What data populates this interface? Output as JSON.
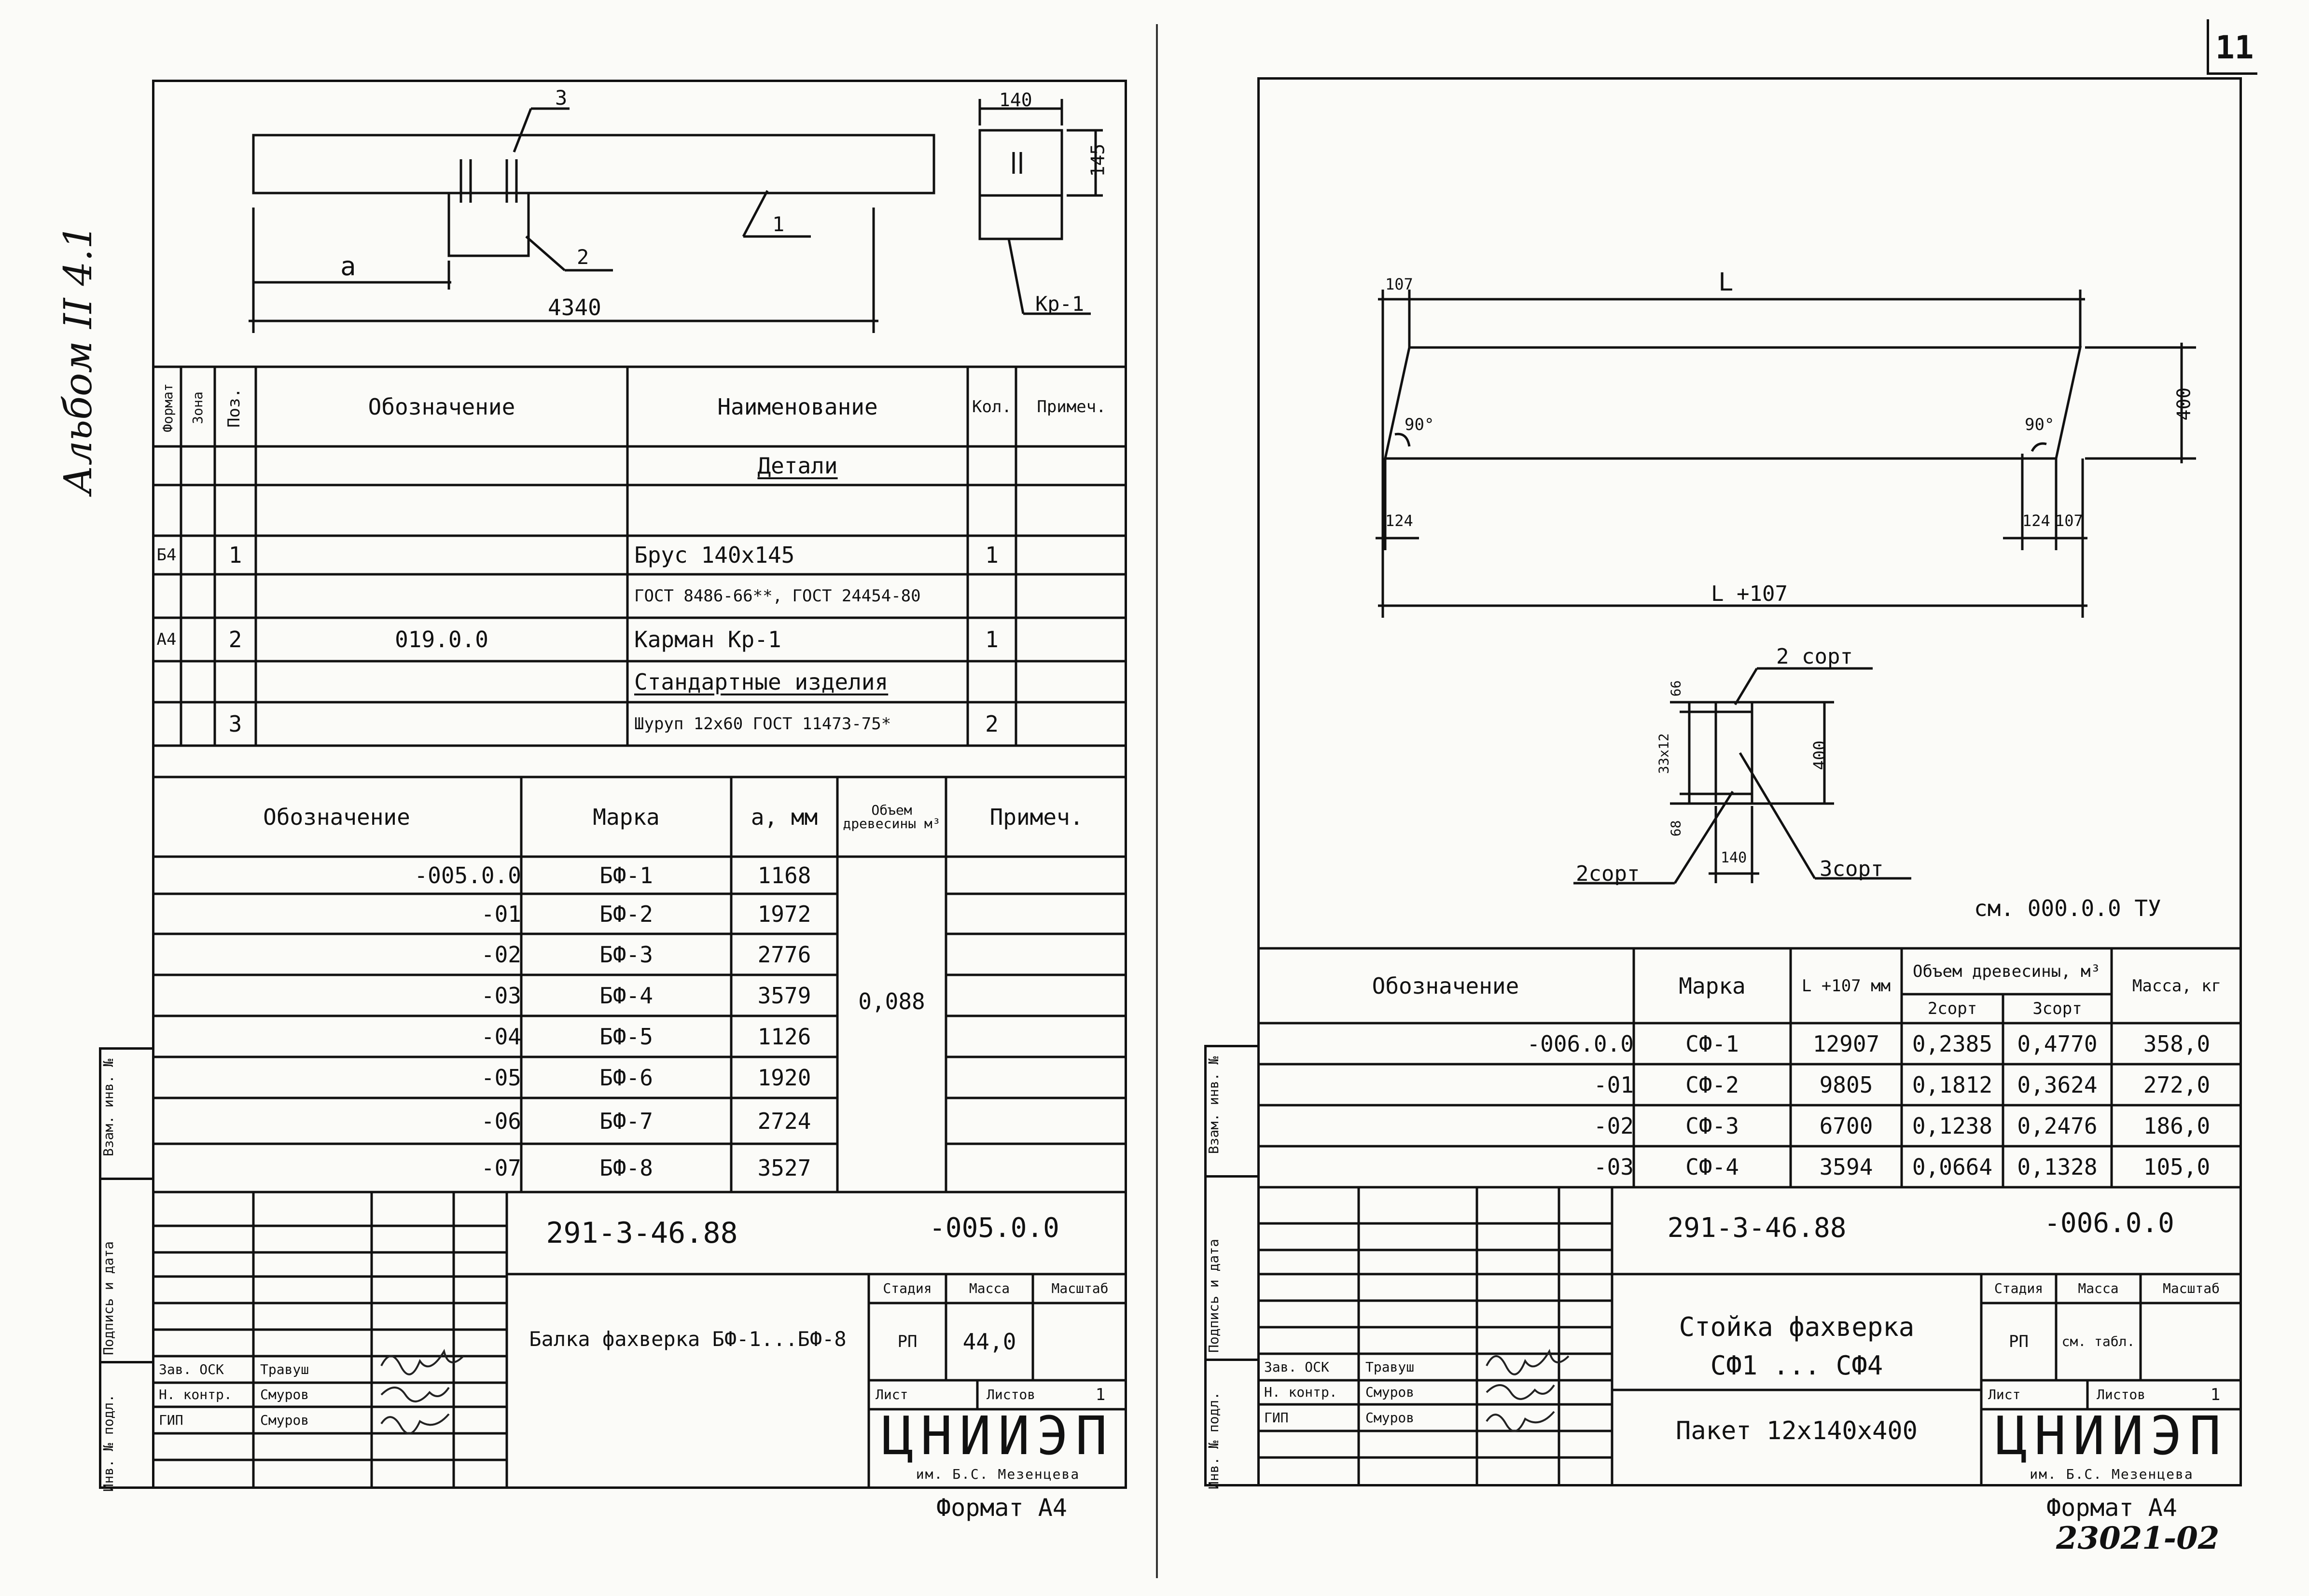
{
  "page_number": "11",
  "album_label": "Альбом II  4.1",
  "stamp_number": "23021-02",
  "left": {
    "drawing": {
      "callouts": [
        "1",
        "2",
        "3"
      ],
      "dim_a": "a",
      "dim_length": "4340",
      "dim_width": "140",
      "dim_height": "145",
      "section_label": "Кр-1"
    },
    "spec_headers": [
      "Формат",
      "Зона",
      "Поз.",
      "Обозначение",
      "Наименование",
      "Кол.",
      "Примеч."
    ],
    "spec_rows": [
      {
        "format": "",
        "zone": "",
        "pos": "",
        "designation": "",
        "name": "Детали",
        "qty": "",
        "note": ""
      },
      {
        "format": "Б4",
        "zone": "",
        "pos": "1",
        "designation": "",
        "name": "Брус 140х145",
        "qty": "1",
        "note": ""
      },
      {
        "format": "",
        "zone": "",
        "pos": "",
        "designation": "",
        "name": "ГОСТ 8486-66**, ГОСТ 24454-80",
        "qty": "",
        "note": ""
      },
      {
        "format": "А4",
        "zone": "",
        "pos": "2",
        "designation": "019.0.0",
        "name": "Карман Кр-1",
        "qty": "1",
        "note": ""
      },
      {
        "format": "",
        "zone": "",
        "pos": "",
        "designation": "",
        "name": "Стандартные изделия",
        "qty": "",
        "note": ""
      },
      {
        "format": "",
        "zone": "",
        "pos": "3",
        "designation": "",
        "name": "Шуруп 12х60 ГОСТ 11473-75*",
        "qty": "2",
        "note": ""
      }
    ],
    "marks_headers": [
      "Обозначение",
      "Марка",
      "a, мм",
      "Объем древесины м³",
      "Примеч."
    ],
    "marks_rows": [
      {
        "designation": "-005.0.0",
        "mark": "БФ-1",
        "a": "1168"
      },
      {
        "designation": "-01",
        "mark": "БФ-2",
        "a": "1972"
      },
      {
        "designation": "-02",
        "mark": "БФ-3",
        "a": "2776"
      },
      {
        "designation": "-03",
        "mark": "БФ-4",
        "a": "3579"
      },
      {
        "designation": "-04",
        "mark": "БФ-5",
        "a": "1126"
      },
      {
        "designation": "-05",
        "mark": "БФ-6",
        "a": "1920"
      },
      {
        "designation": "-06",
        "mark": "БФ-7",
        "a": "2724"
      },
      {
        "designation": "-07",
        "mark": "БФ-8",
        "a": "3527"
      }
    ],
    "marks_volume": "0,088",
    "side_labels": [
      "Инв. № подл.",
      "Подпись и дата",
      "Взам. инв. №"
    ],
    "title_block": {
      "code": "291-3-46.88",
      "designation": "-005.0.0",
      "title": "Балка фахверка БФ-1...БФ-8",
      "stage_h": "Стадия",
      "mass_h": "Масса",
      "scale_h": "Масштаб",
      "stage": "РП",
      "mass": "44,0",
      "scale": "",
      "sheet_h": "Лист",
      "sheets_h": "Листов",
      "sheets": "1",
      "org": "ЦНИИЭП",
      "org_sub": "им. Б.С. Мезенцева",
      "people": [
        {
          "role": "Зав. ОСК",
          "name": "Травуш"
        },
        {
          "role": "Н. контр.",
          "name": "Смуров"
        },
        {
          "role": "ГИП",
          "name": "Смуров"
        }
      ]
    },
    "format": "Формат А4"
  },
  "right": {
    "drawing": {
      "dim_L": "L",
      "dim_107_left": "107",
      "dim_124_left": "124",
      "dim_124_right": "124",
      "dim_107_right": "107",
      "dim_total": "L +107",
      "dim_400": "400",
      "angle_left": "90°",
      "angle_right": "90°",
      "section_top": "2 сорт",
      "section_bottom": "2сорт",
      "section_mid": "3сорт",
      "dim_66_top": "66",
      "dim_33x12": "33x12",
      "dim_68_bottom": "68",
      "dim_140": "140",
      "dim_400_section": "400",
      "spec_ref": "см. 000.0.0 ТУ"
    },
    "table_headers": {
      "designation": "Обозначение",
      "mark": "Марка",
      "length": "L +107 мм",
      "volume": "Объем древесины, м³",
      "grade2": "2сорт",
      "grade3": "3сорт",
      "mass": "Масса, кг"
    },
    "rows": [
      {
        "designation": "-006.0.0",
        "mark": "СФ-1",
        "length": "12907",
        "v2": "0,2385",
        "v3": "0,4770",
        "mass": "358,0"
      },
      {
        "designation": "-01",
        "mark": "СФ-2",
        "length": "9805",
        "v2": "0,1812",
        "v3": "0,3624",
        "mass": "272,0"
      },
      {
        "designation": "-02",
        "mark": "СФ-3",
        "length": "6700",
        "v2": "0,1238",
        "v3": "0,2476",
        "mass": "186,0"
      },
      {
        "designation": "-03",
        "mark": "СФ-4",
        "length": "3594",
        "v2": "0,0664",
        "v3": "0,1328",
        "mass": "105,0"
      }
    ],
    "side_labels": [
      "Инв. № подл.",
      "Подпись и дата",
      "Взам. инв. №"
    ],
    "title_block": {
      "code": "291-3-46.88",
      "designation": "-006.0.0",
      "title_line1": "Стойка фахверка",
      "title_line2": "СФ1 ... СФ4",
      "subtitle": "Пакет 12х140х400",
      "stage_h": "Стадия",
      "mass_h": "Масса",
      "scale_h": "Масштаб",
      "stage": "РП",
      "mass": "см. табл.",
      "scale": "",
      "sheet_h": "Лист",
      "sheets_h": "Листов",
      "sheets": "1",
      "org": "ЦНИИЭП",
      "org_sub": "им. Б.С. Мезенцева",
      "people": [
        {
          "role": "Зав. ОСК",
          "name": "Травуш"
        },
        {
          "role": "Н. контр.",
          "name": "Смуров"
        },
        {
          "role": "ГИП",
          "name": "Смуров"
        }
      ]
    },
    "format": "Формат А4"
  }
}
